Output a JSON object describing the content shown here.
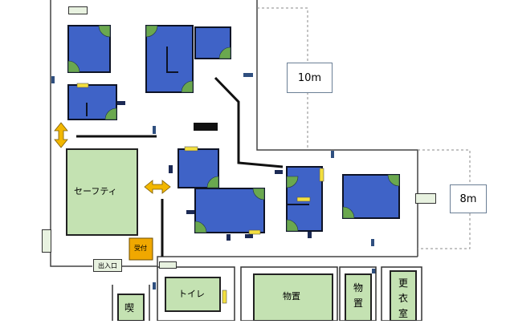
{
  "labels": {
    "safety": "セーフティ",
    "reception": "受付",
    "entrance": "出入口",
    "toilet": "トイレ",
    "storage_1": "物置",
    "storage_2": "物置",
    "changing_room": "更衣室",
    "smoking": "喫"
  },
  "measurements": {
    "width_top": "10m",
    "width_right": "8m"
  },
  "colors": {
    "room_blue": "#3f63c7",
    "area_green": "#c4e2b2",
    "door_green": "#6aa84f",
    "reception_orange": "#f0a800",
    "window_yellow": "#f3df3f",
    "arrow_orange": "#f2b700"
  }
}
